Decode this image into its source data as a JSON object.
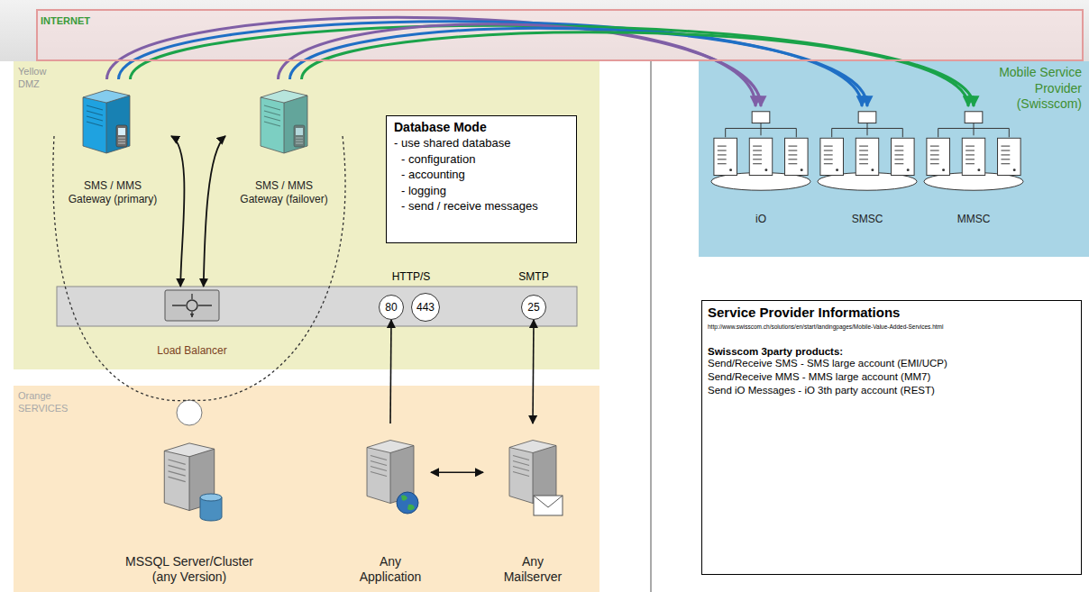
{
  "diagram": {
    "nodes": [
      {
        "text": [
          "INTERNET"
        ]
      },
      {
        "text": [
          "Yellow DMZ"
        ]
      },
      {
        "text": [
          "SMS / MMS Gateway (primary)"
        ],
        "in": 1
      },
      {
        "text": [
          "SMS / MMS Gateway (failover)"
        ],
        "in": 1
      },
      {
        "text": [
          "Database Mode",
          "- use shared database",
          "- configuration",
          "- accounting",
          "- logging",
          "- send / receive messages"
        ],
        "in": 1
      },
      {
        "text": [
          "Load Balancer"
        ],
        "in": 1
      },
      {
        "text": [
          "80"
        ],
        "in": 1
      },
      {
        "text": [
          "443"
        ],
        "in": 1
      },
      {
        "text": [
          "25"
        ],
        "in": 1
      },
      {
        "text": [
          "Mobile Service Provider (Swisscom)"
        ]
      },
      {
        "text": [
          "iO"
        ],
        "in": 9
      },
      {
        "text": [
          "SMSC"
        ],
        "in": 9
      },
      {
        "text": [
          "MMSC"
        ],
        "in": 9
      },
      {
        "text": [
          "Service Provider Informations",
          "http://www.swisscom.ch/solutions/en/start/landingpages/Mobile-Value-Added-Services.html",
          "Swisscom 3party products:",
          "Send/Receive SMS -  SMS large account (EMI/UCP)",
          "Send/Receive MMS -  MMS large account (MM7)",
          "Send iO Messages -  iO 3th party account (REST)"
        ]
      },
      {
        "text": [
          "Orange SERVICES"
        ]
      },
      {
        "text": [
          "MSSQL Server/Cluster (any Version)"
        ],
        "in": 14
      },
      {
        "text": [
          "Any Application"
        ],
        "in": 14
      },
      {
        "text": [
          "Any Mailserver"
        ],
        "in": 14
      }
    ],
    "edges": [
      {
        "from": 2,
        "to": 10,
        "arrow": "to"
      },
      {
        "from": 2,
        "to": 11,
        "arrow": "to"
      },
      {
        "from": 2,
        "to": 12,
        "arrow": "to"
      },
      {
        "from": 3,
        "to": 10,
        "arrow": "to"
      },
      {
        "from": 3,
        "to": 11,
        "arrow": "to"
      },
      {
        "from": 3,
        "to": 12,
        "arrow": "to"
      },
      {
        "from": 2,
        "to": 5,
        "arrow": "both"
      },
      {
        "from": 3,
        "to": 5,
        "arrow": "both"
      },
      {
        "from": 2,
        "to": 15,
        "arrow": "none"
      },
      {
        "from": 3,
        "to": 15,
        "arrow": "none"
      },
      {
        "from": 16,
        "to": 6,
        "arrow": "to"
      },
      {
        "from": 17,
        "to": 8,
        "arrow": "both"
      },
      {
        "from": 16,
        "to": 17,
        "arrow": "both"
      }
    ],
    "labels": [
      "HTTP/S",
      "SMTP"
    ]
  }
}
